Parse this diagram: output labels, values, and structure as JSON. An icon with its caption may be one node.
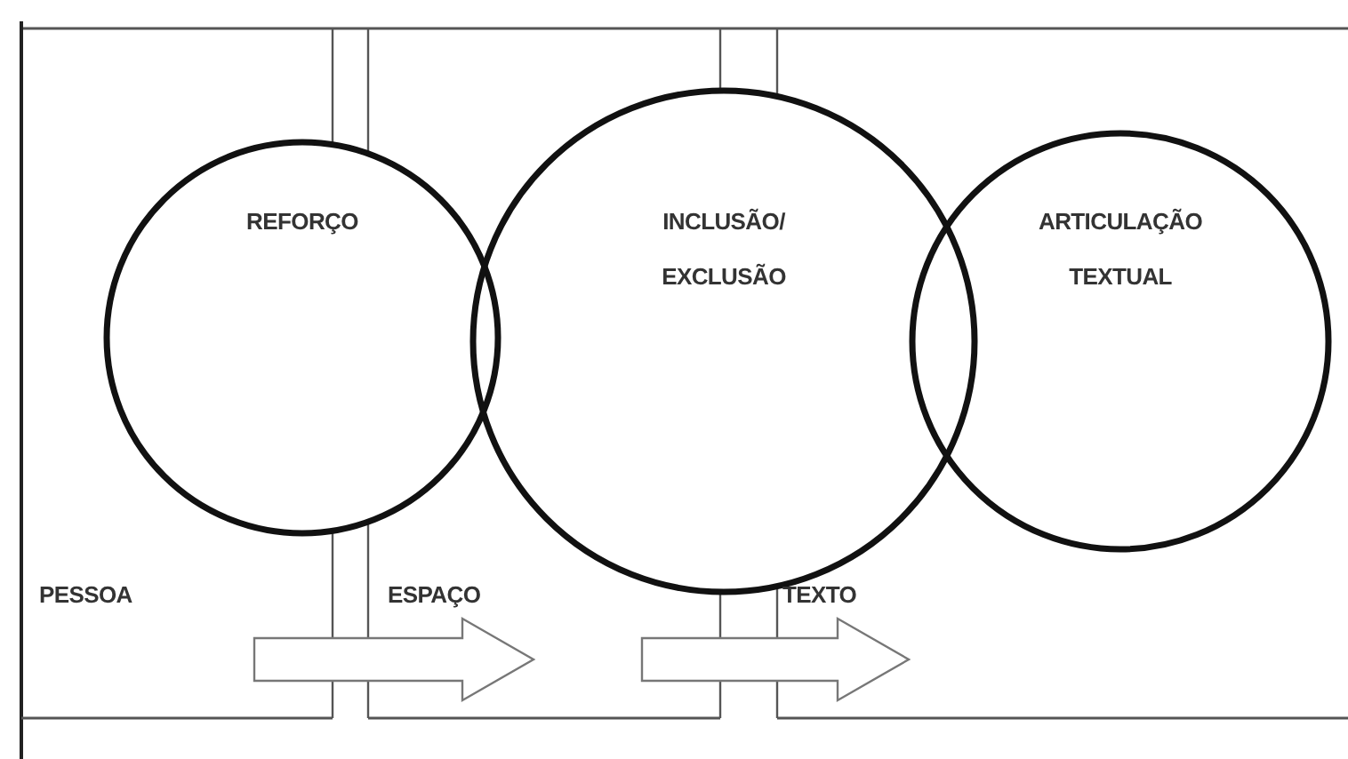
{
  "diagram": {
    "nodes": [
      {
        "text": [
          "REFORÇO"
        ]
      },
      {
        "text": [
          "INCLUSÃO/ EXCLUSÃO"
        ]
      },
      {
        "text": [
          "ARTICULAÇÃO TEXTUAL"
        ]
      }
    ],
    "labels": [
      "PESSOA",
      "ESPAÇO",
      "TEXTO"
    ]
  }
}
